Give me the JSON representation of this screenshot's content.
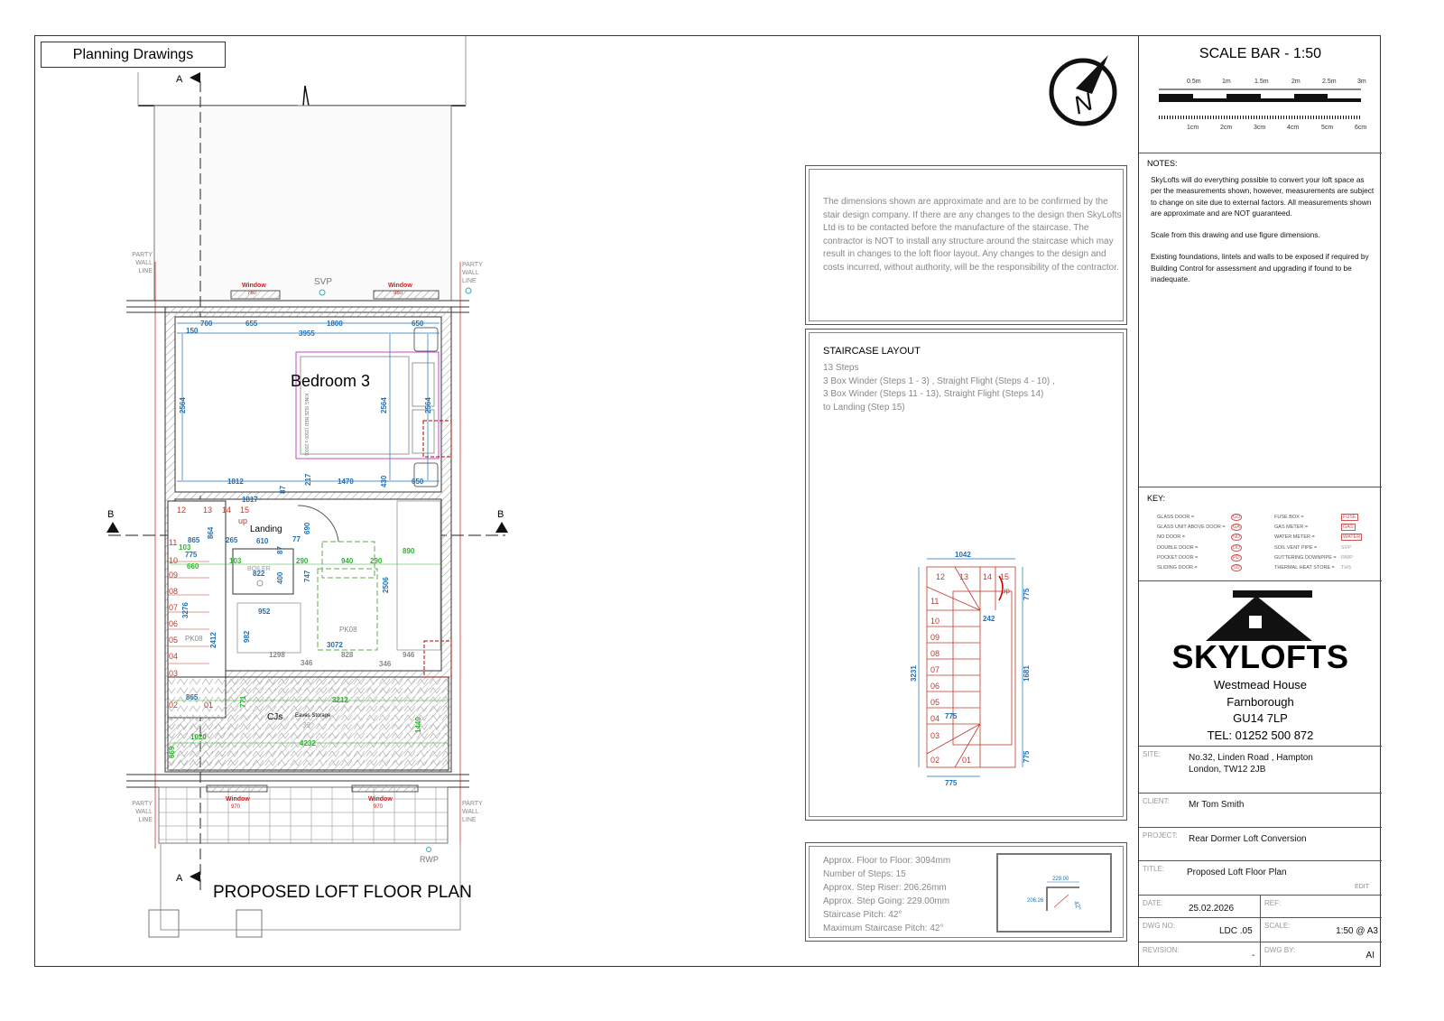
{
  "header": {
    "title": "Planning Drawings"
  },
  "plan": {
    "title": "PROPOSED LOFT FLOOR PLAN",
    "section_a": "A",
    "section_b": "B",
    "party_wall": "PARTY WALL LINE",
    "svp": "SVP",
    "rwp": "RWP",
    "windows": [
      {
        "label": "Window",
        "size": "760"
      },
      {
        "label": "Window",
        "size": "950"
      },
      {
        "label": "Window",
        "size": "970"
      },
      {
        "label": "Window",
        "size": "970"
      }
    ],
    "rooms": {
      "bedroom": "Bedroom 3",
      "landing": "Landing",
      "boiler": "BOILER",
      "eaves": "Eaves Storage",
      "cjs": "CJs",
      "angle": "33°",
      "pk1": "PK08",
      "pk2": "PK08",
      "up": "up"
    },
    "bed_label": "KING SIZE BED (1500 x 2000)",
    "dims_blue": [
      "700",
      "655",
      "1800",
      "650",
      "150",
      "3955",
      "2564",
      "2564",
      "2564",
      "1812",
      "217",
      "1470",
      "430",
      "650",
      "865",
      "265",
      "610",
      "87",
      "77",
      "690",
      "87",
      "775",
      "822",
      "400",
      "747",
      "952",
      "982",
      "1298",
      "346",
      "3072",
      "828",
      "346",
      "946",
      "865",
      "3276",
      "2412",
      "1817",
      "864",
      "2506"
    ],
    "dims_green": [
      "103",
      "660",
      "103",
      "290",
      "940",
      "290",
      "890",
      "3212",
      "771",
      "1020",
      "4232",
      "1440",
      "669"
    ],
    "stair_numbers": [
      "01",
      "02",
      "03",
      "04",
      "05",
      "06",
      "07",
      "08",
      "09",
      "10",
      "11",
      "12",
      "13",
      "14",
      "15"
    ]
  },
  "north": {
    "label": "N"
  },
  "notice": {
    "text": "The dimensions shown are approximate and are to be confirmed by the stair design company. If there are any changes to the design then SkyLofts Ltd is to be contacted before the manufacture of the staircase. The contractor is NOT to install any structure around the staircase which may result in changes to the loft floor layout. Any changes to the design and costs incurred, without authority, will be the responsibility of the contractor."
  },
  "staircase": {
    "title": "STAIRCASE LAYOUT",
    "lines": [
      "13 Steps",
      "3 Box Winder (Steps 1 - 3) , Straight Flight (Steps 4 - 10) ,",
      "3 Box Winder (Steps 11 - 13), Straight Flight (Steps 14)",
      "to Landing (Step 15)"
    ],
    "dims": {
      "width": "1042",
      "length": "3231",
      "upper": "775",
      "mid": "1681",
      "lower": "775",
      "landing": "242",
      "inner": "775",
      "bottom": "775"
    },
    "up": "up"
  },
  "stair_specs": {
    "lines": [
      "Approx. Floor to Floor: 3094mm",
      "Number of Steps:  15",
      "Approx. Step Riser:  206.26mm",
      "Approx. Step Going:  229.00mm",
      "Staircase Pitch:  42°",
      "Maximum Staircase Pitch:  42°"
    ],
    "diagram": {
      "going": "229.00",
      "riser": "206.26",
      "pitch": "42°"
    }
  },
  "scale_bar": {
    "title": "SCALE BAR - 1:50",
    "top_ticks": [
      "0.5m",
      "1m",
      "1.5m",
      "2m",
      "2.5m",
      "3m"
    ],
    "bottom_ticks": [
      "1cm",
      "2cm",
      "3cm",
      "4cm",
      "5cm",
      "6cm"
    ]
  },
  "notes": {
    "heading": "NOTES:",
    "paragraphs": [
      "SkyLofts will do everything possible to convert your loft space as per the measurements shown, however, measurements are subject to change on site due to external factors. All measurements shown are approximate and are NOT guaranteed.",
      "Scale from this drawing and use figure dimensions.",
      "Existing foundations, lintels and walls to be exposed if required by Building Control for assessment and upgrading if found to be inadequate."
    ]
  },
  "key": {
    "heading": "KEY:",
    "left": [
      {
        "label": "GLASS DOOR =",
        "symbol": "GD"
      },
      {
        "label": "GLASS UNIT ABOVE DOOR =",
        "symbol": "GA"
      },
      {
        "label": "NO DOOR =",
        "symbol": "ND"
      },
      {
        "label": "DOUBLE DOOR =",
        "symbol": "DD"
      },
      {
        "label": "POCKET DOOR =",
        "symbol": "PD"
      },
      {
        "label": "SLIDING DOOR =",
        "symbol": "SD"
      }
    ],
    "right": [
      {
        "label": "FUSE BOX =",
        "symbol": "FUSE"
      },
      {
        "label": "GAS METER =",
        "symbol": "GAS"
      },
      {
        "label": "WATER METER =",
        "symbol": "WATER"
      },
      {
        "label": "SOIL VENT PIPE =",
        "symbol": "SVP"
      },
      {
        "label": "GUTTERING DOWNPIPE =",
        "symbol": "RWP"
      },
      {
        "label": "THERMAL HEAT STORE =",
        "symbol": "THS"
      }
    ]
  },
  "company": {
    "name": "SKYLOFTS",
    "address1": "Westmead House",
    "address2": "Farnborough",
    "postcode": "GU14 7LP",
    "tel": "TEL: 01252 500 872"
  },
  "title_block": {
    "site_label": "SITE:",
    "site1": "No.32, Linden Road , Hampton",
    "site2": "London, TW12 2JB",
    "client_label": "CLIENT:",
    "client": "Mr Tom Smith",
    "project_label": "PROJECT:",
    "project": "Rear Dormer Loft Conversion",
    "title_label": "TITLE:",
    "title": "Proposed Loft Floor Plan",
    "edit": "EDIT",
    "date_label": "DATE:",
    "date": "25.02.2026",
    "ref_label": "REF:",
    "dwg_label": "DWG NO:",
    "dwg": "LDC .05",
    "scale_label": "SCALE:",
    "scale": "1:50 @ A3",
    "revision_label": "REVISION:",
    "revision": "-",
    "drawn_label": "DWG BY:",
    "drawn": "AI"
  },
  "colors": {
    "dim_blue": "#1f6fb5",
    "dim_green": "#2bb52b",
    "stair_red": "#c0392b",
    "window_red": "#d01c1c"
  }
}
